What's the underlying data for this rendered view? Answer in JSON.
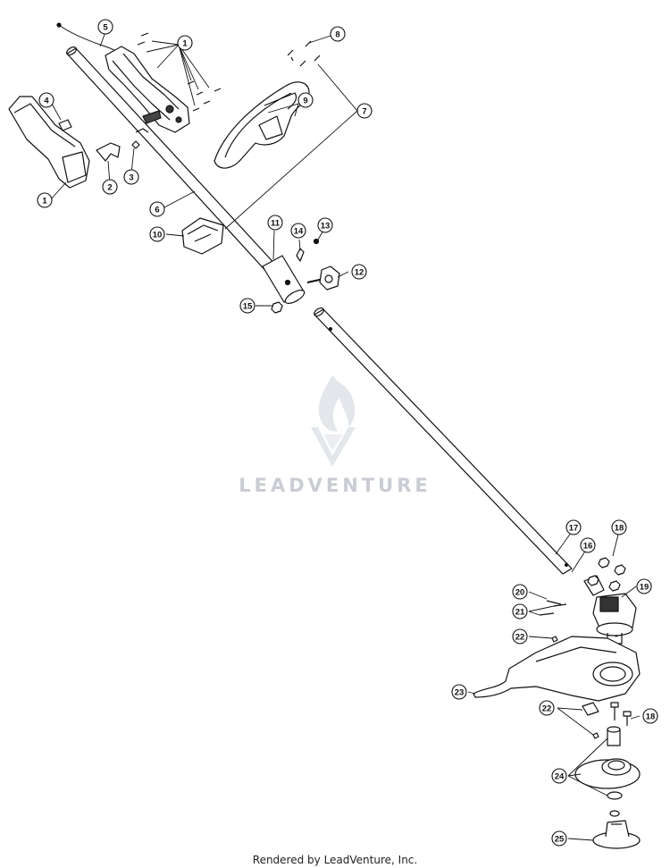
{
  "watermark": {
    "text": "LEADVENTURE"
  },
  "footer": {
    "text": "Rendered by LeadVenture, Inc."
  },
  "callouts": [
    {
      "num": "1"
    },
    {
      "num": "1"
    },
    {
      "num": "2"
    },
    {
      "num": "3"
    },
    {
      "num": "4"
    },
    {
      "num": "5"
    },
    {
      "num": "6"
    },
    {
      "num": "7"
    },
    {
      "num": "8"
    },
    {
      "num": "9"
    },
    {
      "num": "10"
    },
    {
      "num": "11"
    },
    {
      "num": "12"
    },
    {
      "num": "13"
    },
    {
      "num": "14"
    },
    {
      "num": "15"
    },
    {
      "num": "16"
    },
    {
      "num": "17"
    },
    {
      "num": "18"
    },
    {
      "num": "18"
    },
    {
      "num": "19"
    },
    {
      "num": "20"
    },
    {
      "num": "21"
    },
    {
      "num": "22"
    },
    {
      "num": "22"
    },
    {
      "num": "23"
    },
    {
      "num": "24"
    },
    {
      "num": "25"
    }
  ]
}
